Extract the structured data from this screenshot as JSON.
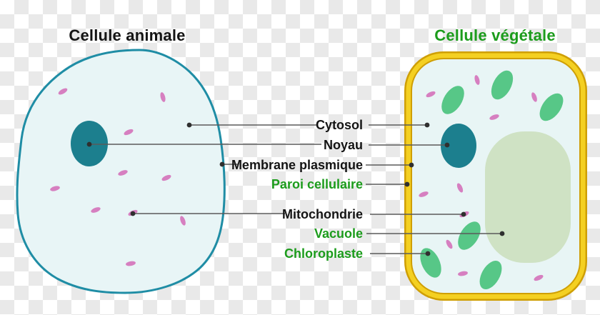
{
  "titles": {
    "animal": "Cellule animale",
    "vegetal": "Cellule végétale"
  },
  "labels": {
    "cytosol": "Cytosol",
    "noyau": "Noyau",
    "membrane": "Membrane plasmique",
    "paroi": "Paroi cellulaire",
    "mitochondrie": "Mitochondrie",
    "vacuole": "Vacuole",
    "chloroplaste": "Chloroplaste"
  },
  "colors": {
    "label_black": "#141414",
    "label_green": "#1c9c1c",
    "animal_membrane_stroke": "#1f8da5",
    "cytoplasm_fill": "#e8f5f6",
    "nucleus_fill": "#1c7f8e",
    "mitochondrion_fill": "#d67fc0",
    "cell_wall_yellow": "#f4d022",
    "cell_wall_gold": "#cf9f05",
    "chloroplast_fill": "#57c787",
    "vacuole_fill": "#cfe2c4",
    "connector_line": "#5a5a5a",
    "connector_dot": "#2f2f2f",
    "background_checker": "#e9e9e9"
  }
}
